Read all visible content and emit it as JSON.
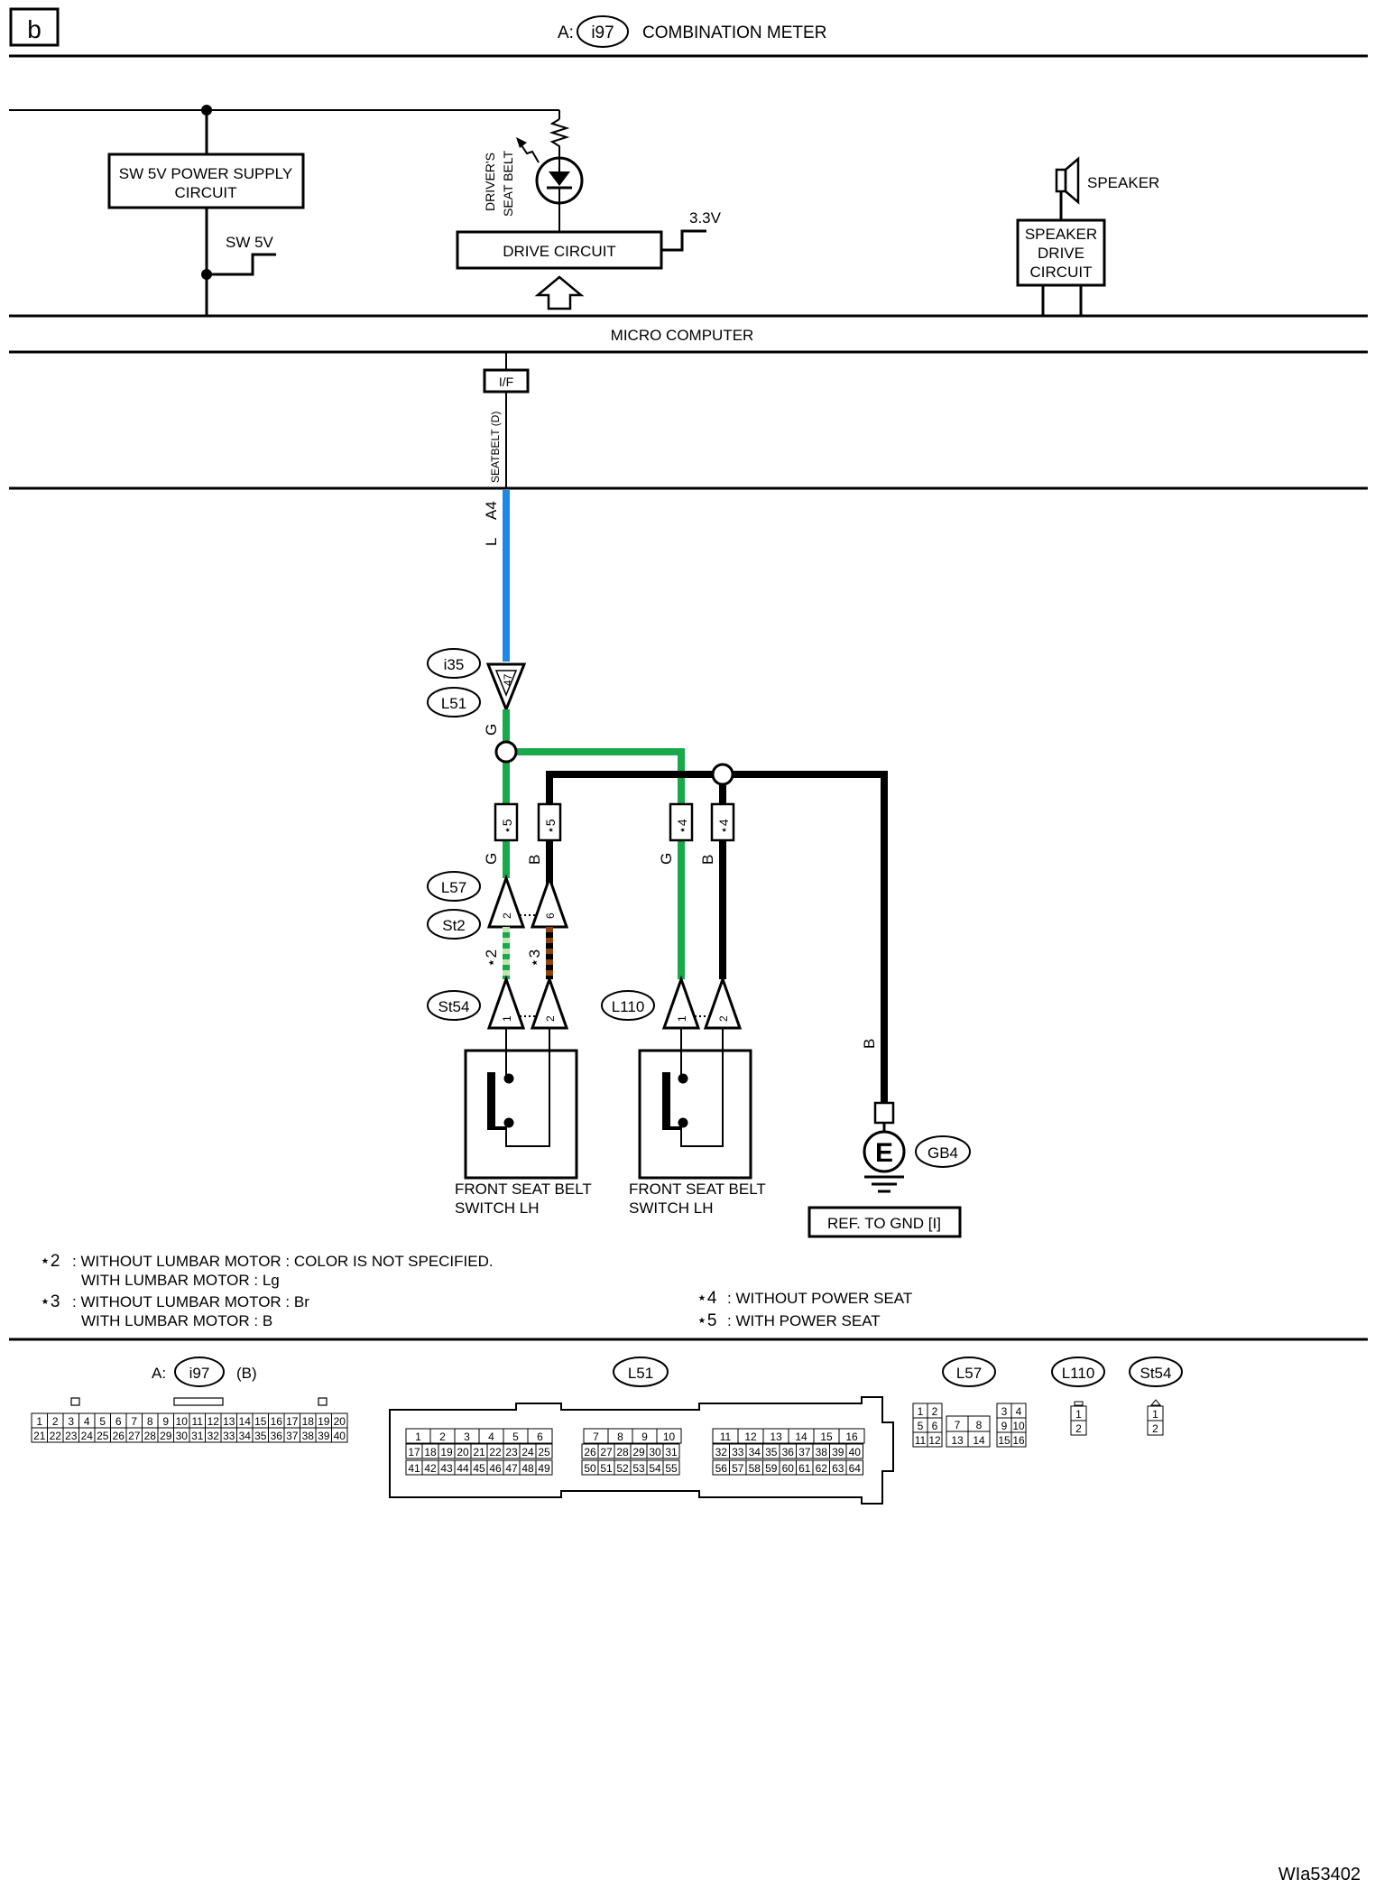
{
  "page_tag": "b",
  "header": {
    "prefix": "A:",
    "connector": "i97",
    "title": "COMBINATION METER"
  },
  "meter": {
    "power_supply_line1": "SW 5V POWER SUPPLY",
    "power_supply_line2": "CIRCUIT",
    "sw5v": "SW 5V",
    "seatbelt_lamp_line1": "DRIVER'S",
    "seatbelt_lamp_line2": "SEAT BELT",
    "drive_circuit": "DRIVE CIRCUIT",
    "v33": "3.3V",
    "speaker": "SPEAKER",
    "speaker_drive_line1": "SPEAKER",
    "speaker_drive_line2": "DRIVE",
    "speaker_drive_line3": "CIRCUIT",
    "micro_computer": "MICRO COMPUTER",
    "interface": "I/F",
    "seatbelt_signal": "SEATBELT (D)"
  },
  "wiring": {
    "pin_a4": "A4",
    "wire_l": "L",
    "conn_i35": "i35",
    "conn_l51": "L51",
    "pin_47": "47",
    "wire_g": "G",
    "wire_b": "B",
    "star5": "⋆5",
    "star4": "⋆4",
    "star2": "⋆2",
    "star3": "⋆3",
    "conn_l57": "L57",
    "conn_st2": "St2",
    "conn_st54": "St54",
    "conn_l110": "L110",
    "pin_2": "2",
    "pin_6": "6",
    "pin_1": "1",
    "switch1_line1": "FRONT SEAT BELT",
    "switch1_line2": "SWITCH LH",
    "switch2_line1": "FRONT SEAT BELT",
    "switch2_line2": "SWITCH LH",
    "ground_symbol": "E",
    "ground_id": "GB4",
    "ref_gnd": "REF. TO GND [I]",
    "colors": {
      "blue": "#1e88e5",
      "green": "#19a84a",
      "black": "#000000",
      "light_green": "#bfe6b0",
      "brown": "#8b4513"
    }
  },
  "notes": {
    "n2_mark": "⋆2",
    "n2_line1": ": WITHOUT LUMBAR MOTOR  : COLOR IS NOT SPECIFIED.",
    "n2_line2": "WITH LUMBAR MOTOR  : Lg",
    "n3_mark": "⋆3",
    "n3_line1": ": WITHOUT LUMBAR MOTOR  : Br",
    "n3_line2": "WITH LUMBAR MOTOR  : B",
    "n4_mark": "⋆4",
    "n4_text": ": WITHOUT POWER SEAT",
    "n5_mark": "⋆5",
    "n5_text": ": WITH POWER SEAT"
  },
  "connectors": {
    "i97_prefix": "A:",
    "i97": "i97",
    "i97_suffix": "(B)",
    "i97_row1": [
      "1",
      "2",
      "3",
      "4",
      "5",
      "6",
      "7",
      "8",
      "9",
      "10",
      "11",
      "12",
      "13",
      "14",
      "15",
      "16",
      "17",
      "18",
      "19",
      "20"
    ],
    "i97_row2": [
      "21",
      "22",
      "23",
      "24",
      "25",
      "26",
      "27",
      "28",
      "29",
      "30",
      "31",
      "32",
      "33",
      "34",
      "35",
      "36",
      "37",
      "38",
      "39",
      "40"
    ],
    "l51": "L51",
    "l51_b1_row1": [
      "1",
      "2",
      "3",
      "4",
      "5",
      "6"
    ],
    "l51_b1_row2": [
      "41",
      "42",
      "43",
      "44",
      "45",
      "46",
      "47",
      "48",
      "49"
    ],
    "l51_b1_row0": [
      "17",
      "18",
      "19",
      "20",
      "21",
      "22",
      "23",
      "24",
      "25"
    ],
    "l51_b2_row1": [
      "7",
      "8",
      "9",
      "10"
    ],
    "l51_b2_row0": [
      "26",
      "27",
      "28",
      "29",
      "30",
      "31"
    ],
    "l51_b2_row2": [
      "50",
      "51",
      "52",
      "53",
      "54",
      "55"
    ],
    "l51_b3_row1": [
      "11",
      "12",
      "13",
      "14",
      "15",
      "16"
    ],
    "l51_b3_row0": [
      "32",
      "33",
      "34",
      "35",
      "36",
      "37",
      "38",
      "39",
      "40"
    ],
    "l51_b3_row2": [
      "56",
      "57",
      "58",
      "59",
      "60",
      "61",
      "62",
      "63",
      "64"
    ],
    "l57": "L57",
    "l57_pins": [
      "1",
      "2",
      "5",
      "6",
      "11",
      "12",
      "7",
      "8",
      "13",
      "14",
      "3",
      "4",
      "9",
      "10",
      "15",
      "16"
    ],
    "l110": "L110",
    "l110_pins": [
      "1",
      "2"
    ],
    "st54": "St54",
    "st54_pins": [
      "1",
      "2"
    ]
  },
  "figure_id": "WIa53402"
}
